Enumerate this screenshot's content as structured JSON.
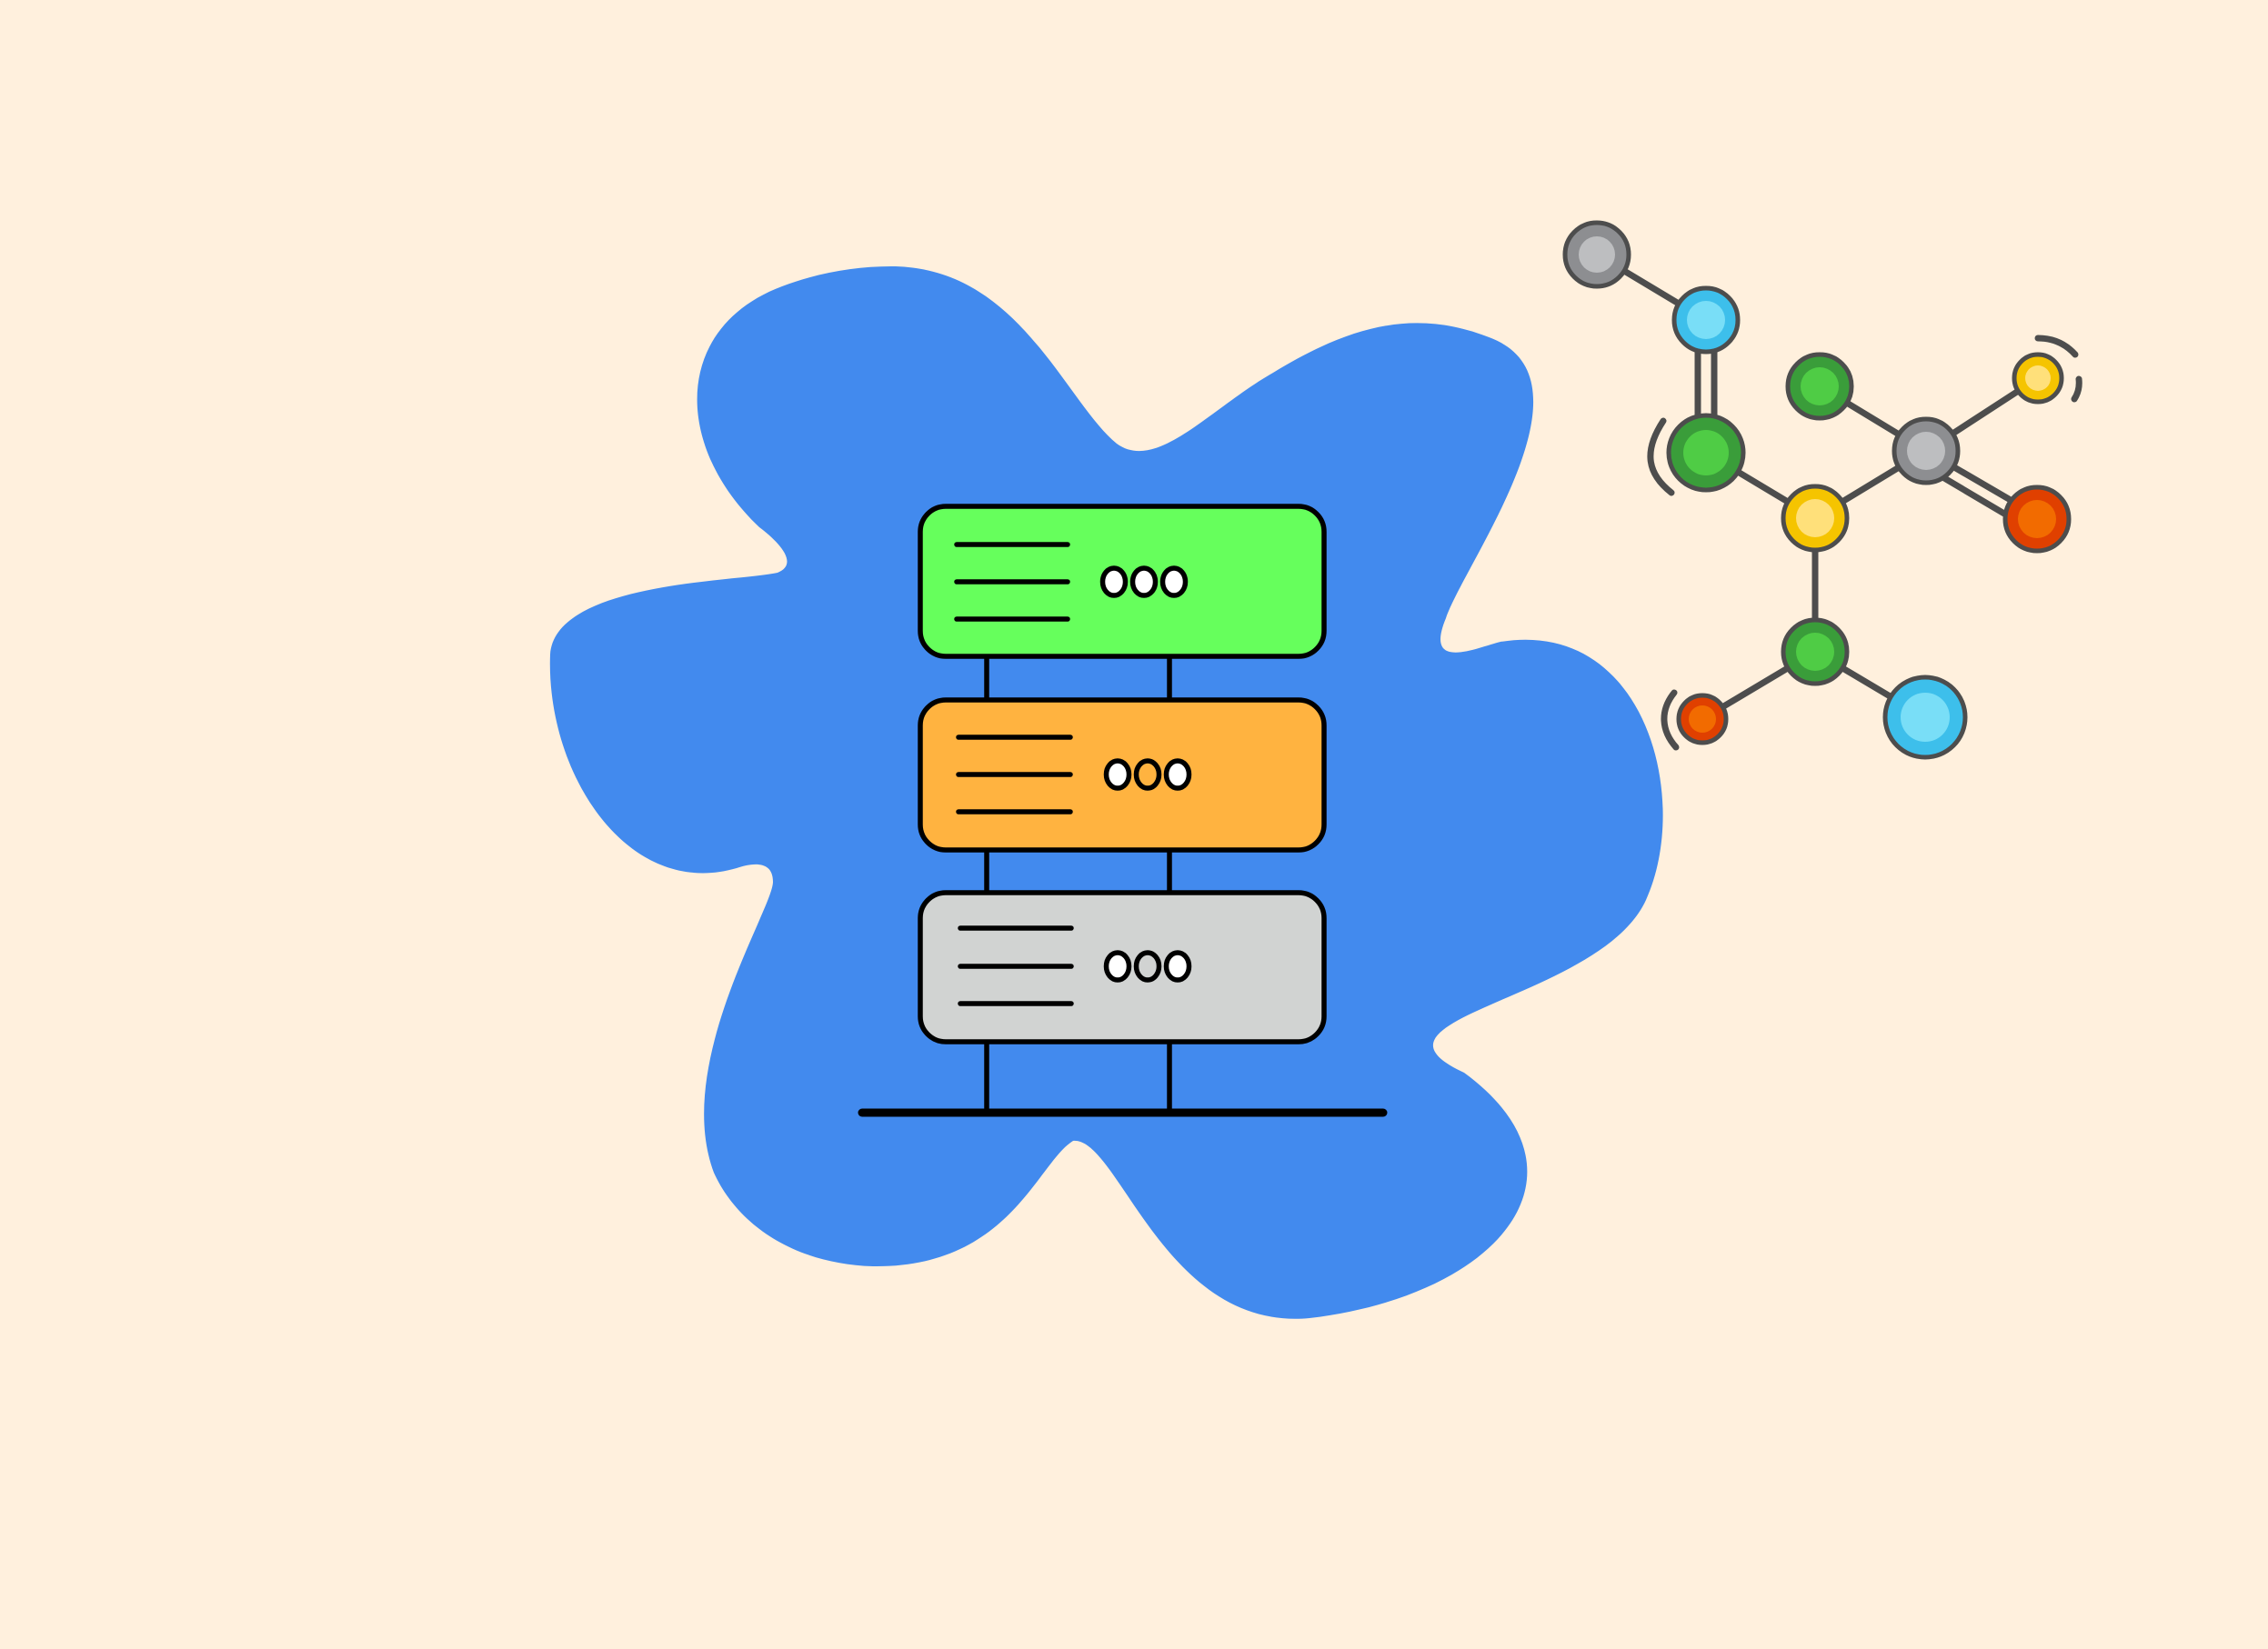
{
  "illustration": {
    "background_color": "#FFF0DD",
    "blob_color": "#428AEE",
    "outline_color": "#000000",
    "bond_color": "#4D4D4D",
    "server_rack": {
      "units": [
        {
          "name": "top-unit",
          "color": "#66FF5C",
          "lights": [
            "#FFFFFF",
            "#FFFFFF",
            "#FFFFFF"
          ]
        },
        {
          "name": "middle-unit",
          "color": "#FFB340",
          "lights": [
            "#FFFFFF",
            "#FFB340",
            "#FFFFFF"
          ]
        },
        {
          "name": "bottom-unit",
          "color": "#D1D3D2",
          "lights": [
            "#FFFFFF",
            "#D1D3D2",
            "#FFFFFF"
          ]
        }
      ]
    },
    "molecule": {
      "atom_colors": {
        "gray": [
          "#8D8E91",
          "#BDBEC0"
        ],
        "blue": [
          "#3DBFEB",
          "#79DEF7"
        ],
        "green": [
          "#3A9D3A",
          "#4FCC45"
        ],
        "yellow": [
          "#F5C400",
          "#FFE07A"
        ],
        "orange": [
          "#E04000",
          "#F26B00"
        ]
      }
    }
  }
}
